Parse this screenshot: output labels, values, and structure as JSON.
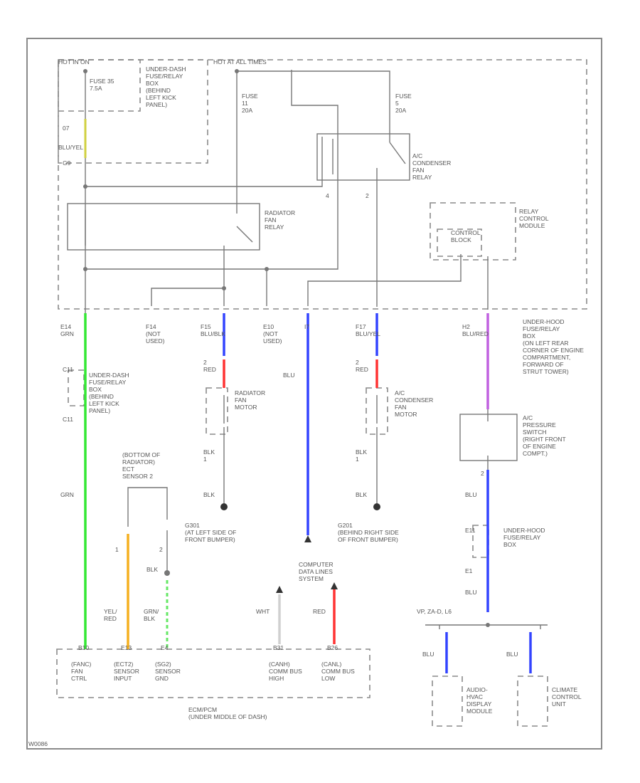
{
  "diagram": {
    "top_left_header": "HOT IN ON",
    "top_header": "HOT AT ALL TIMES",
    "fuse_35": "FUSE 35\n7.5A",
    "under_dash_box_top": "UNDER-DASH\nFUSE/RELAY\nBOX\n(BEHIND\nLEFT KICK\nPANEL)",
    "connector_07": "07",
    "wire_blu_yel": "BLU/YEL",
    "connector_g9": "G9",
    "fuse_11": "FUSE\n11\n20A",
    "fuse_5": "FUSE\n5\n20A",
    "ac_condenser_fan_relay": "A/C\nCONDENSER\nFAN\nRELAY",
    "pin_4": "4",
    "pin_2": "2",
    "radiator_fan_relay": "RADIATOR\nFAN\nRELAY",
    "relay_control_module": "RELAY\nCONTROL\nMODULE",
    "control_block": "CONTROL\nBLOCK",
    "pin_e14": "E14\nGRN",
    "pin_f14": "F14\n(NOT\nUSED)",
    "pin_f15": "F15\nBLU/BLK",
    "pin_e10": "E10\n(NOT\nUSED)",
    "pin_i7": "I7",
    "pin_f17": "F17\nBLU/YEL",
    "pin_h2": "H2\nBLU/RED",
    "under_hood_box": "UNDER-HOOD\nFUSE/RELAY\nBOX\n(ON LEFT REAR\nCORNER OF ENGINE\nCOMPARTMENT,\nFORWARD OF\nSTRUT TOWER)",
    "connector_c11": "C11",
    "under_dash_box_left": "UNDER-DASH\nFUSE/RELAY\nBOX\n(BEHIND\nLEFT KICK\nPANEL)",
    "connector_c11b": "C11",
    "wire_grn": "GRN",
    "wire_red_1": "2\nRED",
    "radiator_fan_motor": "RADIATOR\nFAN\nMOTOR",
    "wire_blu": "BLU",
    "wire_red_2": "2\nRED",
    "ac_condenser_fan_motor": "A/C\nCONDENSER\nFAN\nMOTOR",
    "ac_pressure_switch": "A/C\nPRESSURE\nSWITCH\n(RIGHT FRONT\nOF ENGINE\nCOMPT.)",
    "ect_sensor_2": "(BOTTOM OF\nRADIATOR)\nECT\nSENSOR 2",
    "blk_1_a": "BLK\n1",
    "blk_a": "BLK",
    "blk_1_b": "BLK\n1",
    "blk_b": "BLK",
    "ground_g301_a": "G301\n(AT LEFT SIDE OF\nFRONT BUMPER)",
    "ground_g201_b": "G201\n(BEHIND RIGHT SIDE\nOF FRONT BUMPER)",
    "pin_2_sw": "2",
    "wire_blu_b": "BLU",
    "under_hood_box_b": "UNDER-HOOD\nFUSE/RELAY\nBOX",
    "connector_e11": "E11",
    "connector_e1": "E1",
    "wire_blu_c": "BLU",
    "ect_pin_1": "1",
    "ect_pin_2": "2",
    "ect_blk": "BLK",
    "computer_data_lines": "COMPUTER\nDATA LINES\nSYSTEM",
    "wire_wht": "WHT",
    "wire_red_3": "RED",
    "wire_yel_red": "YEL/\nRED",
    "wire_grn_blk": "GRN/\nBLK",
    "vp_label": "VP, ZA-D, L6",
    "wire_blu_d": "BLU",
    "wire_blu_e": "BLU",
    "pin_b10": "B10",
    "pin_e13": "E13",
    "pin_e4": "E4",
    "pin_b31": "B31",
    "pin_b26": "B26",
    "ecm_box_1": "(FANC)\nFAN\nCTRL",
    "ecm_box_2": "(ECT2)\nSENSOR\nINPUT",
    "ecm_box_3": "(SG2)\nSENSOR\nGND",
    "ecm_box_4": "(CANH)\nCOMM BUS\nHIGH",
    "ecm_box_5": "(CANL)\nCOMM BUS\nLOW",
    "ecm_title": "ECM/PCM\n(UNDER MIDDLE OF DASH)",
    "audio_display": "AUDIO-\nHVAC\nDISPLAY\nMODULE",
    "climate_unit": "CLIMATE\nCONTROL\nUNIT",
    "corner_id": "W0086"
  },
  "colors": {
    "grn": "#33e833",
    "yel_red": "#f5b020",
    "grn_blk": "#66e866",
    "blu": "#3344ff",
    "red": "#ff3333",
    "purple": "#c060e0",
    "wht": "#d0d0d0",
    "frame": "#8a8a8a"
  }
}
